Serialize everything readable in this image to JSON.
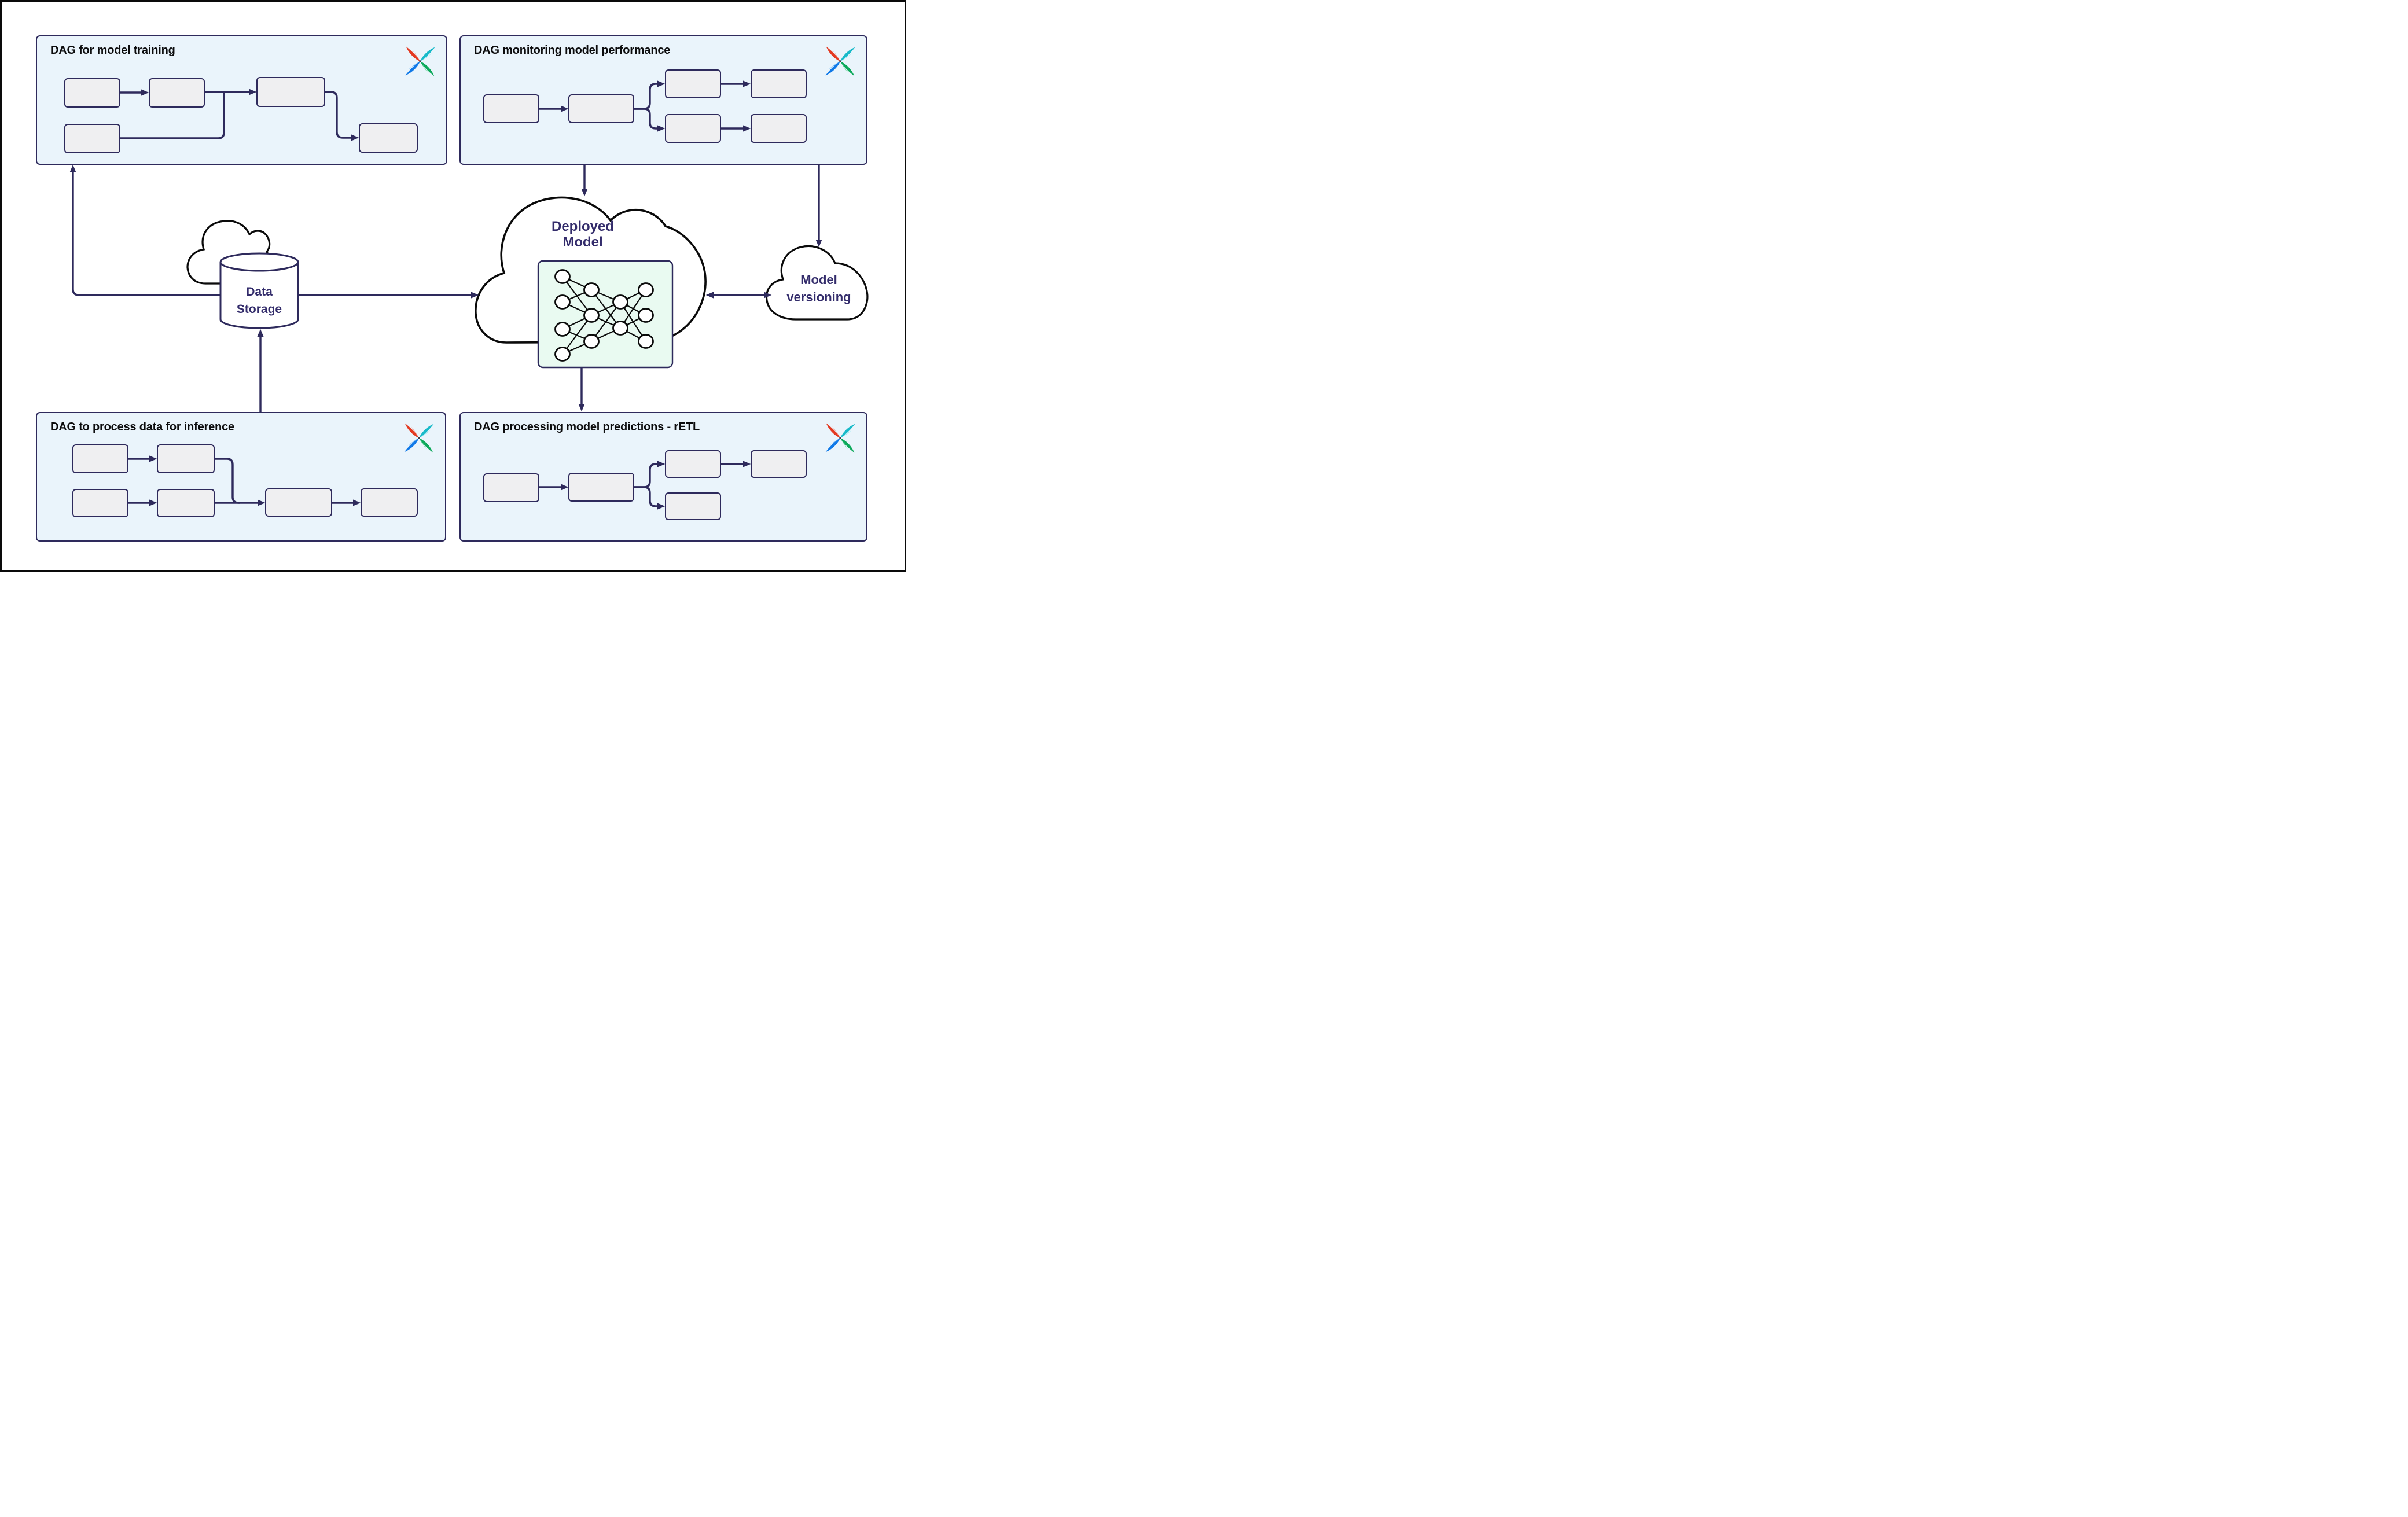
{
  "colors": {
    "background": "#ffffff",
    "outer_border": "#0a0a0a",
    "panel_background": "#eaf4fb",
    "line_navy": "#2e2a5c",
    "label_navy": "#332c6b",
    "title_text": "#0c0c0d",
    "task_box_fill": "#efeff1",
    "model_box_fill": "#e9faf1",
    "cloud_outline": "#0a0a0a",
    "airflow_red": "#e43921",
    "airflow_red_light": "#f0705c",
    "airflow_cyan": "#18bac9",
    "airflow_cyan_light": "#55e2ea",
    "airflow_blue": "#1079e8",
    "airflow_blue_light": "#3f9ff2",
    "airflow_green": "#0ca95a",
    "airflow_green_light": "#15c767"
  },
  "panels": [
    {
      "id": "training",
      "title": "DAG for model training",
      "logo": "airflow-pinwheel-icon",
      "task_count": 5,
      "dag_edges": [
        [
          "task1",
          "task2"
        ],
        [
          "task2",
          "task3"
        ],
        [
          "task5",
          "task3"
        ],
        [
          "task3",
          "task4"
        ]
      ]
    },
    {
      "id": "monitoring",
      "title": "DAG monitoring model performance",
      "logo": "airflow-pinwheel-icon",
      "task_count": 6,
      "dag_edges": [
        [
          "task1",
          "task2"
        ],
        [
          "task2",
          "task3"
        ],
        [
          "task2",
          "task5"
        ],
        [
          "task3",
          "task4"
        ],
        [
          "task5",
          "task6"
        ]
      ]
    },
    {
      "id": "inference",
      "title": "DAG to process data for inference",
      "logo": "airflow-pinwheel-icon",
      "task_count": 6,
      "dag_edges": [
        [
          "task1",
          "task2"
        ],
        [
          "task3",
          "task4"
        ],
        [
          "task2",
          "task5"
        ],
        [
          "task4",
          "task5"
        ],
        [
          "task5",
          "task6"
        ]
      ]
    },
    {
      "id": "retl",
      "title": "DAG processing model predictions - rETL",
      "logo": "airflow-pinwheel-icon",
      "task_count": 5,
      "dag_edges": [
        [
          "task1",
          "task2"
        ],
        [
          "task2",
          "task3"
        ],
        [
          "task2",
          "task5"
        ],
        [
          "task3",
          "task4"
        ]
      ]
    }
  ],
  "entities": {
    "deployed_model": {
      "label": "Deployed Model",
      "shape": "cloud",
      "graphic": "neural-network",
      "network_layers": [
        4,
        3,
        2,
        3
      ]
    },
    "data_storage": {
      "label": "Data Storage",
      "shape": "database-cylinder",
      "backdrop": "cloud"
    },
    "model_versioning": {
      "label": "Model versioning",
      "shape": "cloud"
    }
  },
  "connections": [
    {
      "from": "data_storage",
      "to": "training",
      "arrow": "single"
    },
    {
      "from": "data_storage",
      "to": "deployed_model",
      "arrow": "single"
    },
    {
      "from": "monitoring",
      "to": "deployed_model",
      "arrow": "single"
    },
    {
      "from": "monitoring",
      "to": "model_versioning",
      "arrow": "single"
    },
    {
      "from": "deployed_model",
      "to": "model_versioning",
      "arrow": "double"
    },
    {
      "from": "deployed_model",
      "to": "retl",
      "arrow": "single"
    },
    {
      "from": "inference",
      "to": "data_storage",
      "arrow": "single"
    }
  ]
}
